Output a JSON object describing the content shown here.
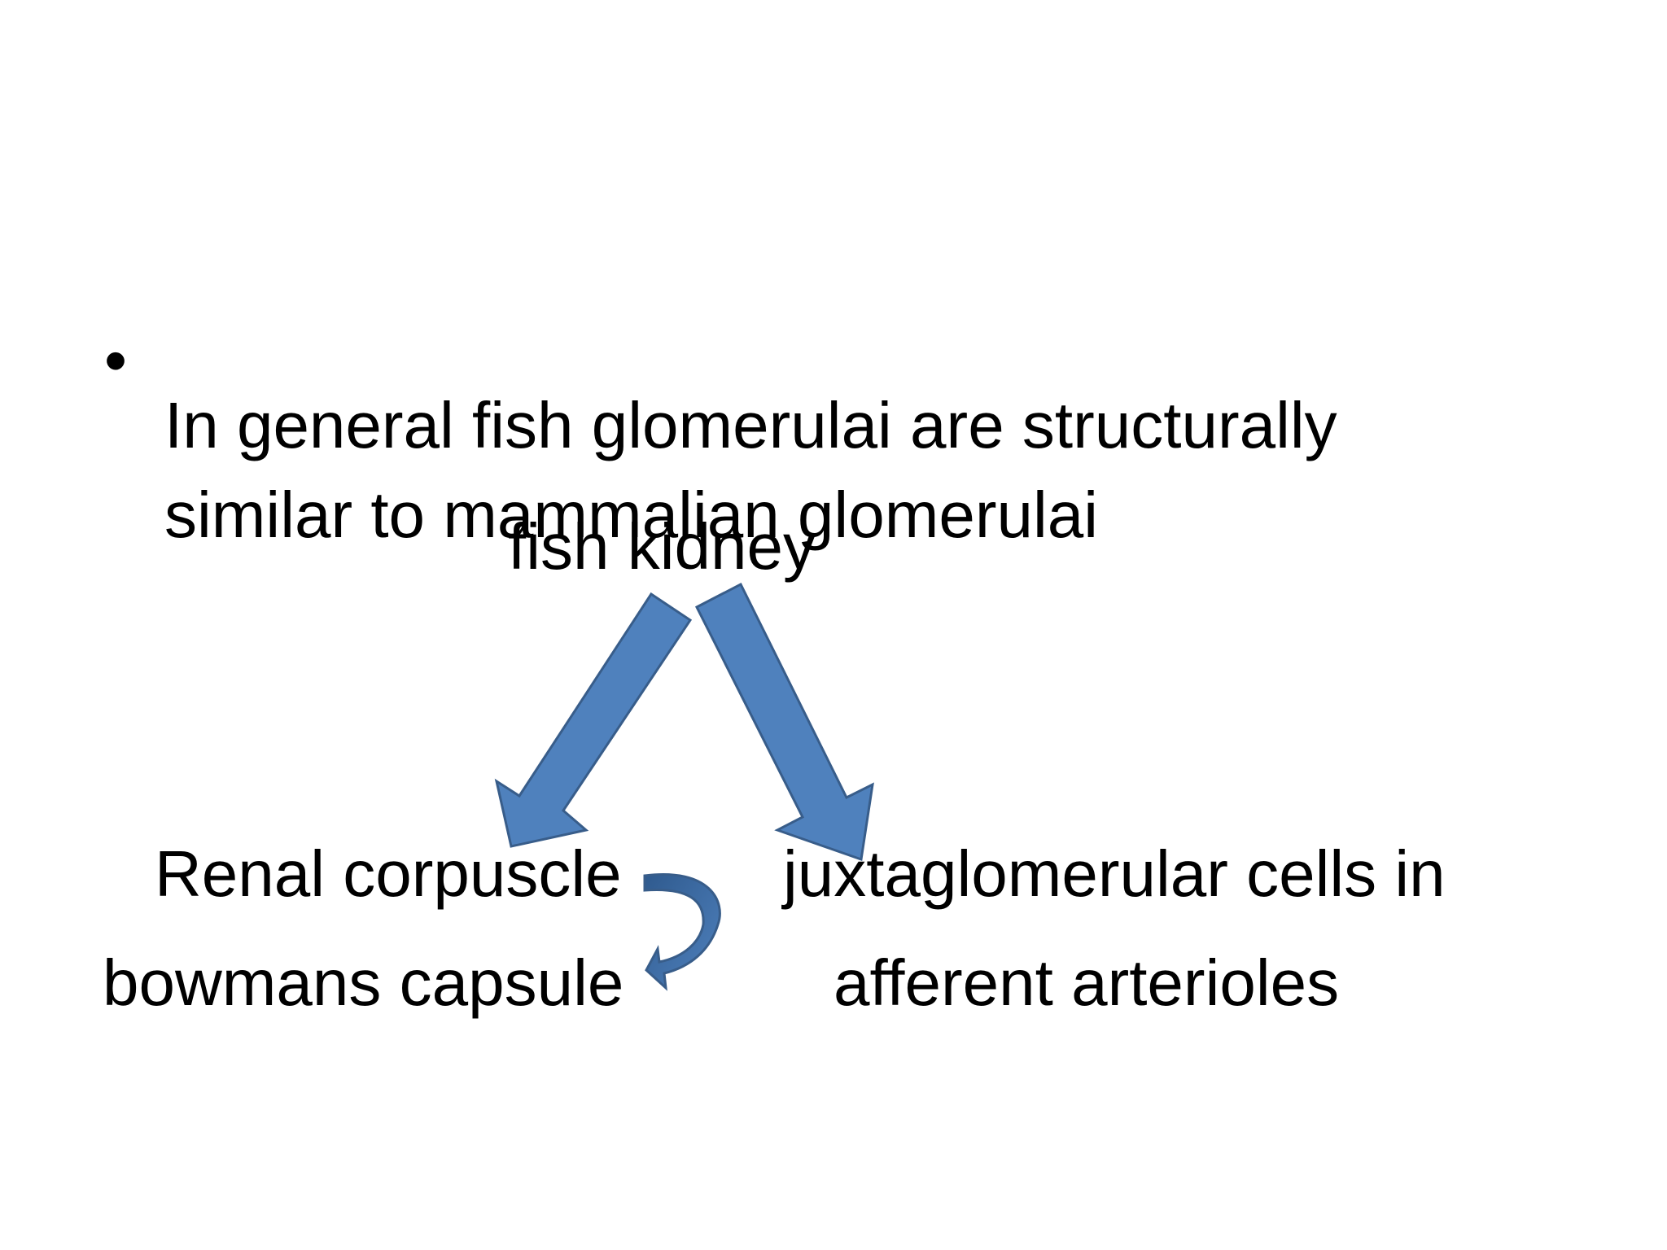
{
  "bullet": {
    "text": "In general fish glomerulai are structurally similar to mammalian glomerulai"
  },
  "diagram": {
    "root": "fish kidney",
    "left_line1": "Renal corpuscle",
    "left_line2": "bowmans capsule",
    "right_line1": "juxtaglomerular cells in",
    "right_line2": "afferent arterioles"
  },
  "colors": {
    "arrow_fill": "#4f81bd",
    "arrow_stroke": "#385d8a",
    "text": "#000000",
    "background": "#ffffff"
  }
}
